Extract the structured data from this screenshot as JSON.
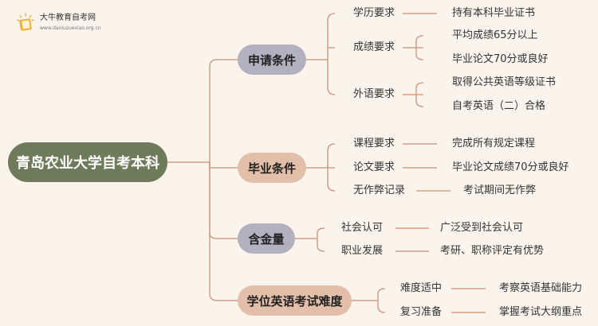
{
  "watermark": {
    "title": "大牛教育自考网",
    "url": "www.daniuzuexiao.org.cn"
  },
  "colors": {
    "background": "#fbf4ec",
    "root": "#6e7a5a",
    "branch_purple": "#b3b0bf",
    "branch_peach": "#e3bea8",
    "link": "#cf8f72"
  },
  "root": {
    "label": "青岛农业大学自考本科"
  },
  "branches": [
    {
      "label": "申请条件",
      "items": [
        {
          "label": "学历要求",
          "details": [
            "持有本科毕业证书"
          ]
        },
        {
          "label": "成绩要求",
          "details": [
            "平均成绩65分以上",
            "毕业论文70分或良好"
          ]
        },
        {
          "label": "外语要求",
          "details": [
            "取得公共英语等级证书",
            "自考英语（二）合格"
          ]
        }
      ]
    },
    {
      "label": "毕业条件",
      "items": [
        {
          "label": "课程要求",
          "details": [
            "完成所有规定课程"
          ]
        },
        {
          "label": "论文要求",
          "details": [
            "毕业论文成绩70分或良好"
          ]
        },
        {
          "label": "无作弊记录",
          "details": [
            "考试期间无作弊"
          ]
        }
      ]
    },
    {
      "label": "含金量",
      "items": [
        {
          "label": "社会认可",
          "details": [
            "广泛受到社会认可"
          ]
        },
        {
          "label": "职业发展",
          "details": [
            "考研、职称评定有优势"
          ]
        }
      ]
    },
    {
      "label": "学位英语考试难度",
      "items": [
        {
          "label": "难度适中",
          "details": [
            "考察英语基础能力"
          ]
        },
        {
          "label": "复习准备",
          "details": [
            "掌握考试大纲重点"
          ]
        }
      ]
    }
  ]
}
